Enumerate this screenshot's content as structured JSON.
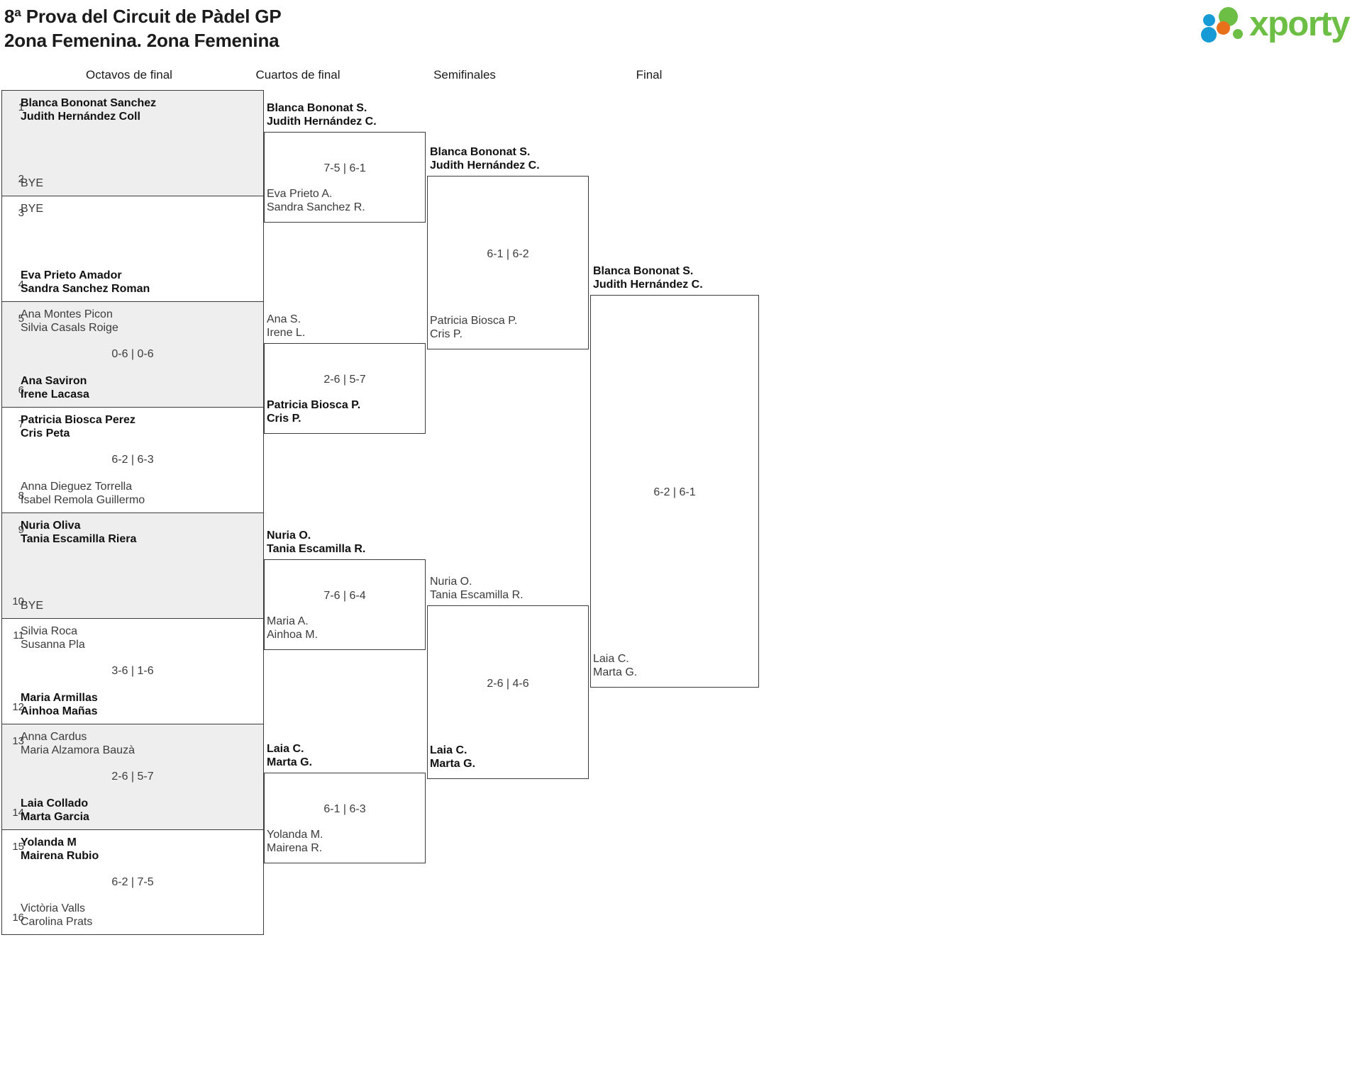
{
  "header": {
    "title_line1": "8ª Prova del Circuit de Pàdel GP",
    "title_line2": "2ona Femenina. 2ona Femenina",
    "logo_text": "xporty",
    "logo_colors": {
      "green": "#6cbe45",
      "orange": "#e8701a",
      "blue": "#169bd7"
    }
  },
  "rounds": [
    {
      "label": "Octavos de final"
    },
    {
      "label": "Cuartos de final"
    },
    {
      "label": "Semifinales"
    },
    {
      "label": "Final"
    }
  ],
  "round1": [
    {
      "seed_top": "1",
      "seed_bot": "2",
      "top": {
        "p1": "Blanca Bononat Sanchez",
        "p2": "Judith Hernández Coll",
        "winner": true
      },
      "bot": {
        "p1": "BYE",
        "p2": "",
        "winner": false,
        "bye": true
      },
      "score": ""
    },
    {
      "seed_top": "3",
      "seed_bot": "4",
      "top": {
        "p1": "BYE",
        "p2": "",
        "winner": false,
        "bye": true
      },
      "bot": {
        "p1": "Eva Prieto Amador",
        "p2": "Sandra Sanchez Roman",
        "winner": true
      },
      "score": ""
    },
    {
      "seed_top": "5",
      "seed_bot": "6",
      "top": {
        "p1": "Ana Montes Picon",
        "p2": "Silvia Casals Roige",
        "winner": false
      },
      "bot": {
        "p1": "Ana Saviron",
        "p2": "Irene Lacasa",
        "winner": true
      },
      "score": "0-6 | 0-6"
    },
    {
      "seed_top": "7",
      "seed_bot": "8",
      "top": {
        "p1": "Patricia Biosca Perez",
        "p2": "Cris Peta",
        "winner": true
      },
      "bot": {
        "p1": "Anna Dieguez Torrella",
        "p2": "Isabel Remola Guillermo",
        "winner": false
      },
      "score": "6-2 | 6-3"
    },
    {
      "seed_top": "9",
      "seed_bot": "10",
      "top": {
        "p1": "Nuria Oliva",
        "p2": "Tania Escamilla Riera",
        "winner": true
      },
      "bot": {
        "p1": "BYE",
        "p2": "",
        "winner": false,
        "bye": true
      },
      "score": ""
    },
    {
      "seed_top": "11",
      "seed_bot": "12",
      "top": {
        "p1": "Silvia Roca",
        "p2": "Susanna Pla",
        "winner": false
      },
      "bot": {
        "p1": "Maria Armillas",
        "p2": "Ainhoa Mañas",
        "winner": true
      },
      "score": "3-6 | 1-6"
    },
    {
      "seed_top": "13",
      "seed_bot": "14",
      "top": {
        "p1": "Anna Cardus",
        "p2": "Maria Alzamora Bauzà",
        "winner": false
      },
      "bot": {
        "p1": "Laia Collado",
        "p2": "Marta Garcia",
        "winner": true
      },
      "score": "2-6 | 5-7"
    },
    {
      "seed_top": "15",
      "seed_bot": "16",
      "top": {
        "p1": "Yolanda M",
        "p2": "Mairena Rubio",
        "winner": true
      },
      "bot": {
        "p1": "Victòria Valls",
        "p2": "Carolina Prats",
        "winner": false
      },
      "score": "6-2 | 7-5"
    }
  ],
  "round2": [
    {
      "top": {
        "p1": "Blanca Bononat S.",
        "p2": "Judith Hernández C.",
        "winner": true
      },
      "bot": {
        "p1": "Eva Prieto A.",
        "p2": "Sandra Sanchez R.",
        "winner": false
      },
      "score": "7-5 | 6-1"
    },
    {
      "top": {
        "p1": "Ana S.",
        "p2": "Irene L.",
        "winner": false
      },
      "bot": {
        "p1": "Patricia Biosca P.",
        "p2": "Cris P.",
        "winner": true
      },
      "score": "2-6 | 5-7"
    },
    {
      "top": {
        "p1": "Nuria O.",
        "p2": "Tania Escamilla R.",
        "winner": true
      },
      "bot": {
        "p1": "Maria A.",
        "p2": "Ainhoa M.",
        "winner": false
      },
      "score": "7-6 | 6-4"
    },
    {
      "top": {
        "p1": "Laia C.",
        "p2": "Marta G.",
        "winner": true
      },
      "bot": {
        "p1": "Yolanda M.",
        "p2": "Mairena R.",
        "winner": false
      },
      "score": "6-1 | 6-3"
    }
  ],
  "round3": [
    {
      "top": {
        "p1": "Blanca Bononat S.",
        "p2": "Judith Hernández C.",
        "winner": true
      },
      "bot": {
        "p1": "Patricia Biosca P.",
        "p2": "Cris P.",
        "winner": false
      },
      "score": "6-1 | 6-2"
    },
    {
      "top": {
        "p1": "Nuria O.",
        "p2": "Tania Escamilla R.",
        "winner": false
      },
      "bot": {
        "p1": "Laia C.",
        "p2": "Marta G.",
        "winner": true
      },
      "score": "2-6 | 4-6"
    }
  ],
  "round4": [
    {
      "top": {
        "p1": "Blanca Bononat S.",
        "p2": "Judith Hernández C.",
        "winner": true
      },
      "bot": {
        "p1": "Laia C.",
        "p2": "Marta G.",
        "winner": false
      },
      "score": "6-2 | 6-1"
    }
  ]
}
